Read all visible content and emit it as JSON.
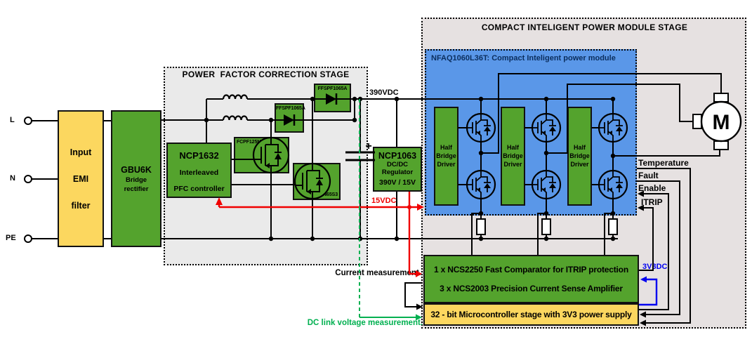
{
  "stages": {
    "pfc_title": "POWER  FACTOR CORRECTION STAGE",
    "ipm_title": "COMPACT INTELIGENT POWER MODULE STAGE",
    "module_title": "NFAQ1060L36T: Compact Inteligent power module"
  },
  "terminals": {
    "line": "L",
    "neutral": "N",
    "earth": "PE"
  },
  "blocks": {
    "emi": {
      "l1": "Input",
      "l2": "EMI",
      "l3": "filter"
    },
    "rectifier": {
      "part": "GBU6K",
      "l1": "Bridge",
      "l2": "rectifier"
    },
    "pfc_controller": {
      "part": "NCP1632",
      "l1": "Interleaved",
      "l2": "PFC controller"
    },
    "mosfet_upper": {
      "part": "FCPF125N65S3"
    },
    "mosfet_lower": {
      "part": "FCPF125N65S3"
    },
    "boost_diode_upper": {
      "part": "FFSPF1065A"
    },
    "boost_diode_lower": {
      "part": "FFSPF1065A"
    },
    "dcdc": {
      "part": "NCP1063",
      "l1": "DC/DC",
      "l2": "Regulator",
      "rating": "390V / 15V"
    },
    "driver": {
      "l1": "Half",
      "l2": "Bridge",
      "l3": "Driver"
    },
    "protection": {
      "l1": "1 x NCS2250 Fast Comparator for ITRIP protection",
      "l2": "3 x NCS2003 Precision Current Sense Amplifier"
    },
    "mcu": {
      "label": "32 - bit Microcontroller stage with 3V3 power supply"
    }
  },
  "labels": {
    "dc_bus": "390VDC",
    "aux_rail": "15VDC",
    "logic_rail": "3V3DC",
    "temperature": "Temperature",
    "fault": "Fault",
    "enable": "Enable",
    "itrip": "ITRIP",
    "current_meas": "Current measurement.",
    "dclink_meas": "DC link voltage measurement.",
    "cap_polarity": "+",
    "motor": "M"
  },
  "colors": {
    "green_block": "#54a32d",
    "yellow_block": "#fcd75f",
    "module_blue": "#5a97e8",
    "pfc_bg": "#eaeaea",
    "ipm_bg": "#e6e1e1",
    "aux_red": "#f00000",
    "meas_green": "#00b050",
    "logic_blue": "#0000f0"
  }
}
